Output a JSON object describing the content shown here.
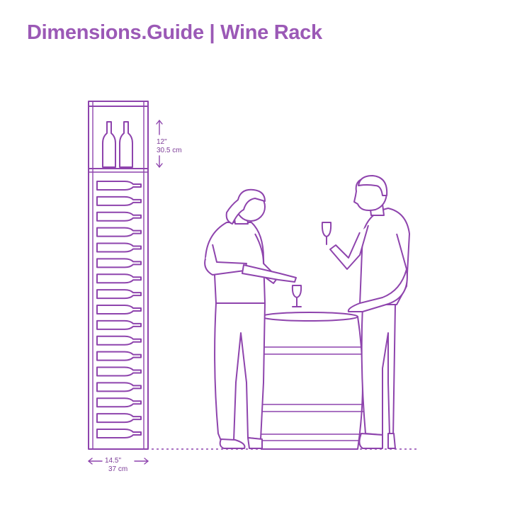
{
  "header": {
    "title": "Dimensions.Guide | Wine Rack"
  },
  "dimensions": {
    "top_section_height_imperial": "12\"",
    "top_section_height_metric": "30.5 cm",
    "rack_width_imperial": "14.5\"",
    "rack_width_metric": "37 cm"
  },
  "colors": {
    "accent": "#9b59b6",
    "line": "#8e44ad",
    "background": "#ffffff"
  },
  "rack": {
    "stored_bottles": 17,
    "upright_bottles": 2
  }
}
